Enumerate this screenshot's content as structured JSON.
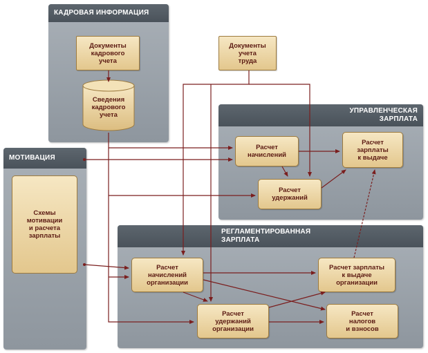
{
  "panels": {
    "kadr": "КАДРОВАЯ ИНФОРМАЦИЯ",
    "upr": "УПРАВЛЕНЧЕСКАЯ\nЗАРПЛАТА",
    "motiv": "МОТИВАЦИЯ",
    "regl": "РЕГЛАМЕНТИРОВАННАЯ\nЗАРПЛАТА"
  },
  "nodes": {
    "docs_kadr": "Документы\nкадрового\nучета",
    "svedenia": "Сведения\nкадрового\nучета",
    "docs_trud": "Документы\nучета\nтруда",
    "raschet_nach": "Расчет\nначислений",
    "raschet_zp_vyd": "Расчет\nзарплаты\nк выдаче",
    "raschet_uder": "Расчет\nудержаний",
    "schemy": "Схемы\nмотивации\nи расчета\nзарплаты",
    "nach_org": "Расчет\nначислений\nорганизации",
    "zp_vyd_org": "Расчет зарплаты\nк выдаче\nорганизации",
    "uder_org": "Расчет\nудержаний\nорганизации",
    "nalogi": "Расчет\nналогов\nи взносов"
  },
  "colors": {
    "arrow": "#7a1e1e"
  }
}
